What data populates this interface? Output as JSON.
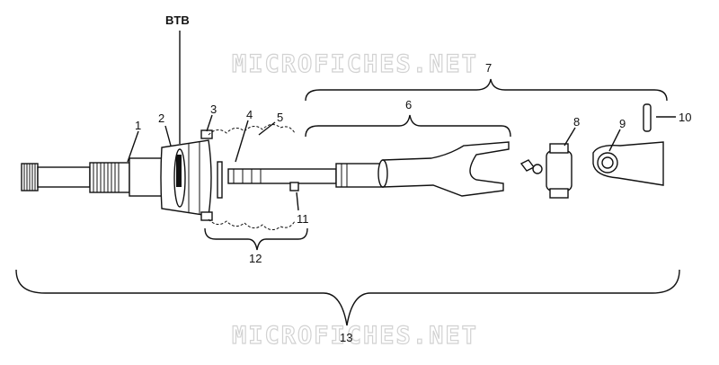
{
  "watermark_top": "MICROFICHES.NET",
  "watermark_bottom": "MICROFICHES.NET",
  "callouts": {
    "btb": "BTB",
    "p1": "1",
    "p2": "2",
    "p3": "3",
    "p4": "4",
    "p5": "5",
    "p6": "6",
    "p7": "7",
    "p8": "8",
    "p9": "9",
    "p10": "10",
    "p11": "11",
    "p12": "12",
    "p13": "13"
  }
}
